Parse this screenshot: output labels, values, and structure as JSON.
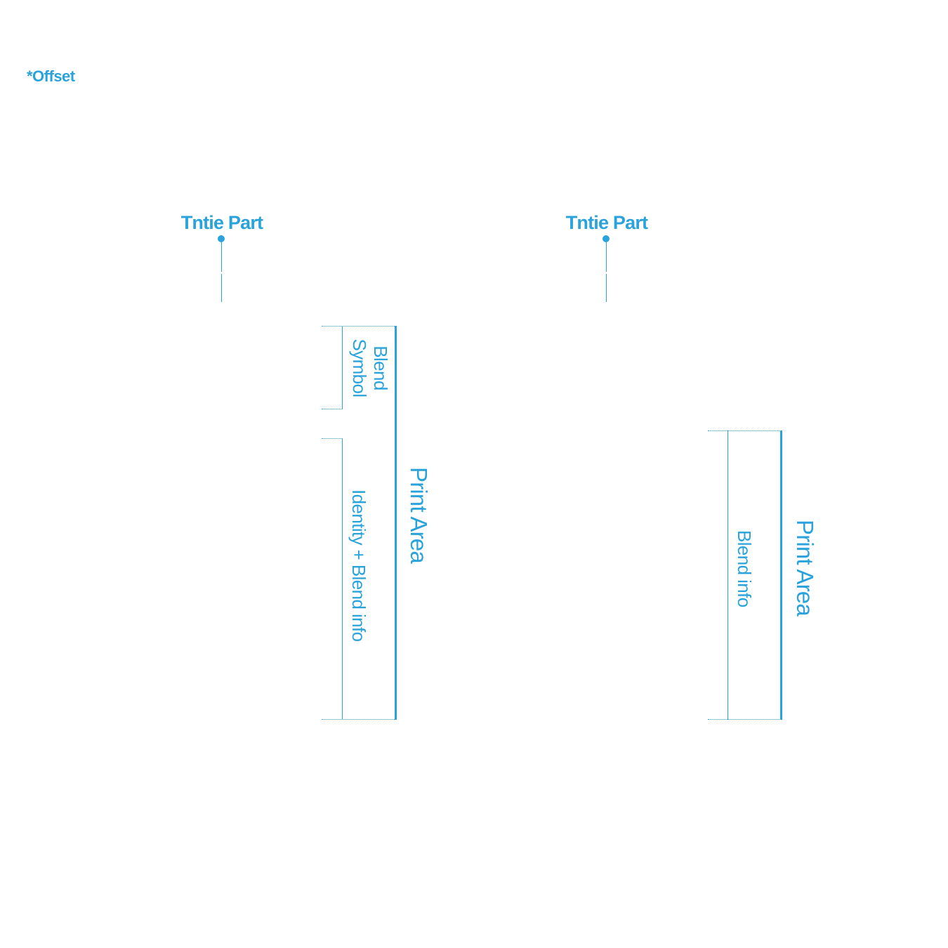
{
  "note": "*Offset",
  "accent_color": "#2aa3dc",
  "left_panel": {
    "pin_label": "Tntie Part",
    "blend_symbol_line1": "Blend",
    "blend_symbol_line2": "Symbol",
    "identity_label": "Identity + Blend info",
    "print_area_label": "Print Area"
  },
  "right_panel": {
    "pin_label": "Tntie Part",
    "blend_info_label": "Blend info",
    "print_area_label": "Print Area"
  }
}
